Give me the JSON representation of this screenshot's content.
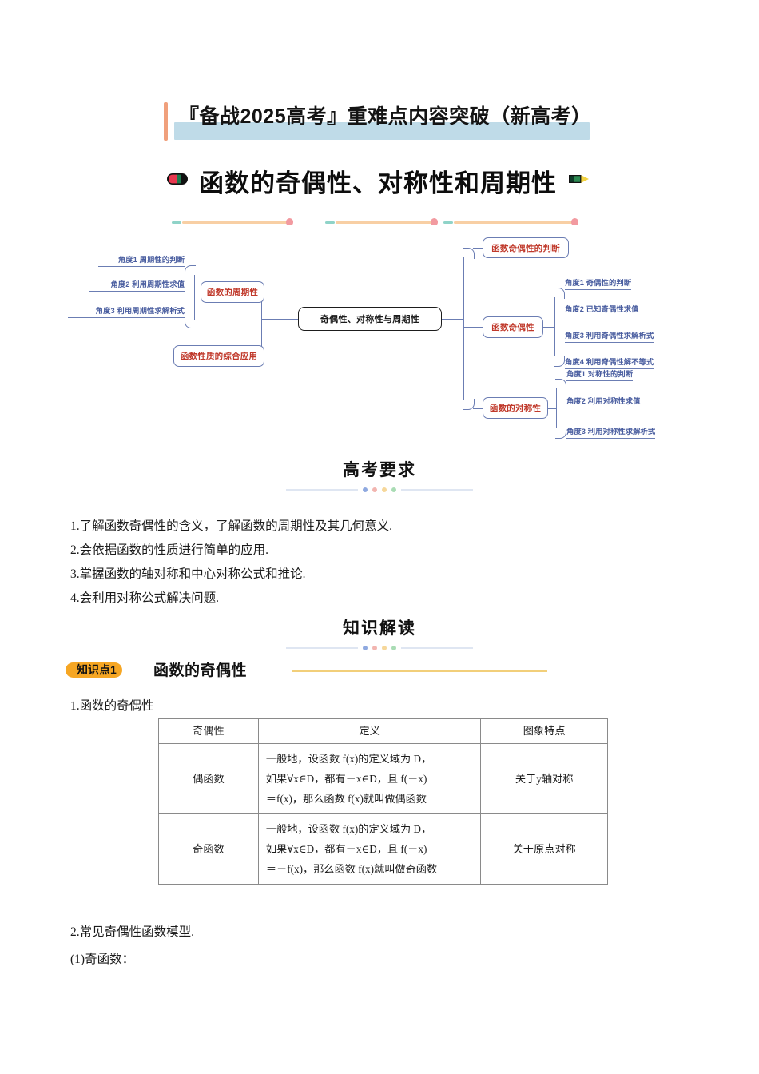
{
  "banner": {
    "text": "『备战2025高考』重难点内容突破（新高考）",
    "bar_color": "#f0a07c",
    "highlight_color": "#bfdbe8"
  },
  "main_title": {
    "text": "函数的奇偶性、对称性和周期性",
    "left_icon": "eraser-icon",
    "right_icon": "pencil-icon"
  },
  "divider": {
    "line_color": "#f8cfa4",
    "teal_color": "#8fd3c8",
    "dot_color": "#f29aa0"
  },
  "mindmap": {
    "center": "奇偶性、对称性与周期性",
    "left_branch": {
      "nodes": [
        {
          "label": "函数的周期性"
        },
        {
          "label": "函数性质的综合应用"
        }
      ],
      "periodicity_leaves": [
        "角度1 周期性的判断",
        "角度2 利用周期性求值",
        "角度3 利用周期性求解析式"
      ]
    },
    "right_branch": {
      "nodes": [
        {
          "label": "函数奇偶性的判断"
        },
        {
          "label": "函数奇偶性"
        },
        {
          "label": "函数的对称性"
        }
      ],
      "parity_leaves": [
        "角度1 奇偶性的判断",
        "角度2 已知奇偶性求值",
        "角度3 利用奇偶性求解析式",
        "角度4 利用奇偶性解不等式"
      ],
      "symmetry_leaves": [
        "角度1 对称性的判断",
        "角度2 利用对称性求值",
        "角度3 利用对称性求解析式"
      ]
    },
    "node_border_color": "#6b7db3",
    "node_text_color": "#c0392b",
    "leaf_text_color": "#4a5ea0"
  },
  "section_exam": {
    "heading": "高考要求",
    "dots": [
      "#8fa9e0",
      "#f2b5b0",
      "#f6d79a",
      "#a9dcb4"
    ],
    "items": [
      "1.了解函数奇偶性的含义，了解函数的周期性及其几何意义.",
      "2.会依据函数的性质进行简单的应用.",
      "3.掌握函数的轴对称和中心对称公式和推论.",
      "4.会利用对称公式解决问题."
    ]
  },
  "section_knowledge": {
    "heading": "知识解读",
    "dots": [
      "#8fa9e0",
      "#f2b5b0",
      "#f6d79a",
      "#a9dcb4"
    ]
  },
  "knowledge_point": {
    "badge": "知识点1",
    "title": "函数的奇偶性",
    "badge_color": "#f6a623",
    "rule_color": "#f2cf7a"
  },
  "subhead_1": "1.函数的奇偶性",
  "table": {
    "headers": [
      "奇偶性",
      "定义",
      "图象特点"
    ],
    "rows": [
      {
        "name": "偶函数",
        "definition_lines": [
          "一般地，设函数 f(x)的定义域为 D，",
          "如果∀x∈D，都有－x∈D，且 f(－x)",
          "＝f(x)，那么函数 f(x)就叫做偶函数"
        ],
        "graph": "关于y轴对称",
        "graph_underlined": "y轴"
      },
      {
        "name": "奇函数",
        "definition_lines": [
          "一般地，设函数 f(x)的定义域为 D，",
          "如果∀x∈D，都有－x∈D，且 f(－x)",
          "＝－f(x)，那么函数 f(x)就叫做奇函数"
        ],
        "graph": "关于原点对称",
        "graph_underlined": "原点"
      }
    ]
  },
  "footer_lines": [
    "2.常见奇偶性函数模型.",
    "(1)奇函数："
  ]
}
